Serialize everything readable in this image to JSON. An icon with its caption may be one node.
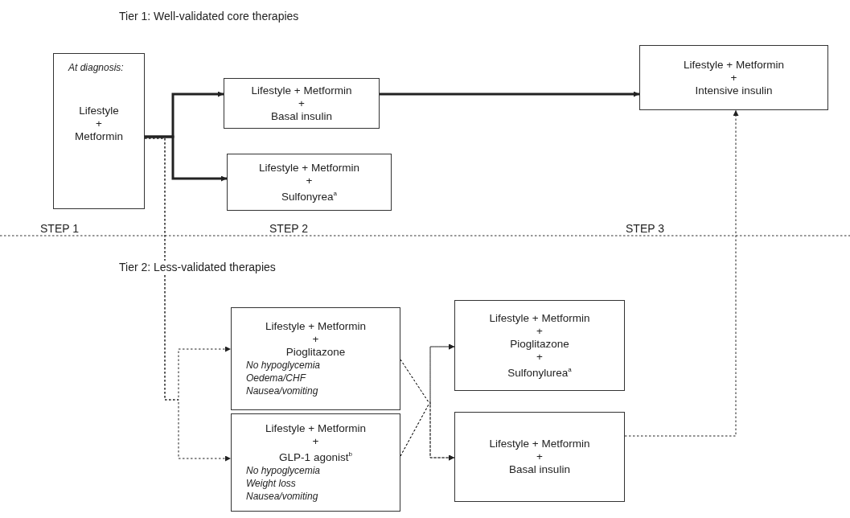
{
  "diagram": {
    "nodes": [
      {
        "text": [
          "At diagnosis:",
          "Lifestyle",
          "+",
          "Metformin"
        ]
      },
      {
        "text": [
          "Lifestyle + Metformin",
          "+",
          "Basal insulin"
        ]
      },
      {
        "text": [
          "Lifestyle + Metformin",
          "+",
          "Sulfonyrea$^{a}$"
        ]
      },
      {
        "text": [
          "Lifestyle + Metformin",
          "+",
          "Intensive insulin"
        ]
      },
      {
        "text": [
          "Lifestyle + Metformin",
          "+",
          "Pioglitazone",
          "No hypoglycemia",
          "Oedema/CHF",
          "Nausea/vomiting"
        ]
      },
      {
        "text": [
          "Lifestyle + Metformin",
          "+",
          "GLP-1 agonist$^{b}$",
          "No hypoglycemia",
          "Weight loss",
          "Nausea/vomiting"
        ]
      },
      {
        "text": [
          "Lifestyle + Metformin",
          "+",
          "Pioglitazone",
          "+",
          "Sulfonylurea$^{a}$"
        ]
      },
      {
        "text": [
          "Lifestyle + Metformin",
          "+",
          "Basal insulin"
        ]
      }
    ],
    "edges": [
      {
        "from": 0,
        "to": 1,
        "arrow": "to",
        "style": "thick"
      },
      {
        "from": 0,
        "to": 2,
        "arrow": "to",
        "style": "thick"
      },
      {
        "from": 1,
        "to": 3,
        "arrow": "to",
        "style": "thick"
      },
      {
        "from": 0,
        "to": 4,
        "arrow": "to",
        "style": "dashed"
      },
      {
        "from": 0,
        "to": 5,
        "arrow": "to",
        "style": "dashed"
      },
      {
        "from": 4,
        "to": 6,
        "arrow": "to",
        "style": "dashed"
      },
      {
        "from": 4,
        "to": 7,
        "arrow": "to",
        "style": "dashed"
      },
      {
        "from": 5,
        "to": 6,
        "arrow": "to",
        "style": "dashed"
      },
      {
        "from": 5,
        "to": 7,
        "arrow": "to",
        "style": "dashed"
      },
      {
        "from": 7,
        "to": 3,
        "arrow": "to",
        "style": "dashed"
      }
    ],
    "labels": [
      "Tier 1: Well-validated core therapies",
      "STEP 1",
      "STEP 2",
      "STEP 3",
      "Tier 2: Less-validated therapies"
    ]
  }
}
